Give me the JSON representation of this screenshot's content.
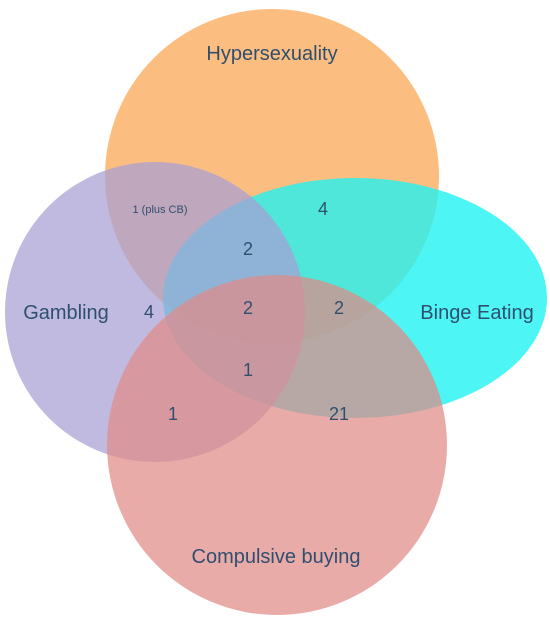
{
  "sets": [
    {
      "id": "hypersexuality",
      "label": "Hypersexuality",
      "color": "#fbb36a"
    },
    {
      "id": "binge_eating",
      "label": "Binge Eating",
      "color": "#1cf2f2"
    },
    {
      "id": "gambling",
      "label": "Gambling",
      "color": "#a8a0d4"
    },
    {
      "id": "compulsive_buying",
      "label": "Compulsive buying",
      "color": "#e08a86"
    }
  ],
  "regions": {
    "hyper_gambling": "1 (plus CB)",
    "hyper_binge": "4",
    "hyper_gambling_binge": "2",
    "gambling_binge": "4",
    "all_four": "2",
    "hyper_binge_cb": "2",
    "gambling_binge_cb": "1",
    "gambling_cb": "1",
    "binge_cb": "21"
  }
}
